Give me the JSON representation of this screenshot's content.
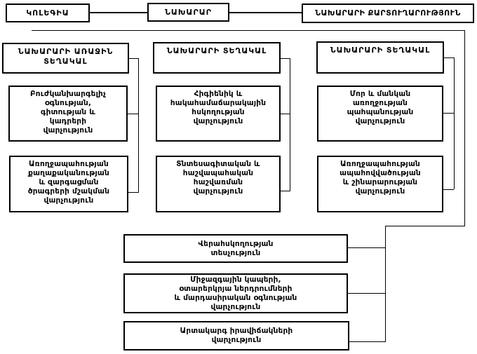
{
  "org_chart": {
    "top_row": {
      "collegium": "ԿՈԼԵԳԻԱ",
      "minister": "ՆԱԽԱՐԱՐ",
      "secretariat": "ՆԱԽԱՐԱՐԻ ՔԱՐՏՈՒՂԱՐՈՒԹՅՈՒՆ"
    },
    "deputies": {
      "first_deputy": "ՆԱԽԱՐԱՐԻ ԱՌԱՋԻՆ\nՏԵՂԱԿԱԼ",
      "deputy_2": "ՆԱԽԱՐԱՐԻ ՏԵՂԱԿԱԼ",
      "deputy_3": "ՆԱԽԱՐԱՐԻ ՏԵՂԱԿԱԼ"
    },
    "departments": {
      "medical_preventive": "Բուժկանխարգելիչ\nօգնության,\nգիտության և\nկադրերի\nվարչություն",
      "health_policy": "Առողջապահության\nքաղաքականության\nև զարգացման\nծրագրերի մշակման\nվարչություն",
      "hygiene_epidemic": "Հիգիենիկ և\nհակահամաճարակային\nհսկողության\nվարչություն",
      "economic_accounting": "Տնտեսագիտական և\nհաշվապահական\nհաշվառման\nվարչություն",
      "mother_child": "Մոր և մանկան\nառողջության\nպահպանության\nվարչություն",
      "provision_construction": "Առողջապահության\nապահովվածության\nև շինարարության\nվարչություն"
    },
    "bottom_units": {
      "supervision_inspectorate": "Վերահսկողության\nտեսչություն",
      "international_relations": "Միջազգային կապերի,\nօտարերկրյա ներդրումների\nև մարդասիրական օգնության\nվարչություն",
      "emergency_situations": "Արտակարգ իրավիճակների\nվարչություն"
    },
    "colors": {
      "background": "#ffffff",
      "box_fill": "#ffffff",
      "box_border": "#000000",
      "line": "#000000"
    }
  }
}
